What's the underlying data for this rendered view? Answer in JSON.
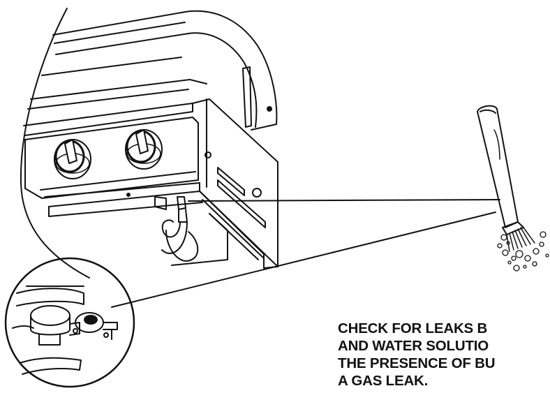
{
  "caption": {
    "lines": [
      "CHECK FOR LEAKS B",
      "AND WATER SOLUTIO",
      "THE PRESENCE OF BU",
      "A GAS LEAK."
    ]
  },
  "colors": {
    "ink": "#111111",
    "paper": "#ffffff",
    "shade": "#c8c8c8"
  },
  "icons": [
    "grill-illustration",
    "control-knob-icon",
    "gas-hose-icon",
    "regulator-valve-icon",
    "basting-brush-icon",
    "bubble-icon"
  ]
}
